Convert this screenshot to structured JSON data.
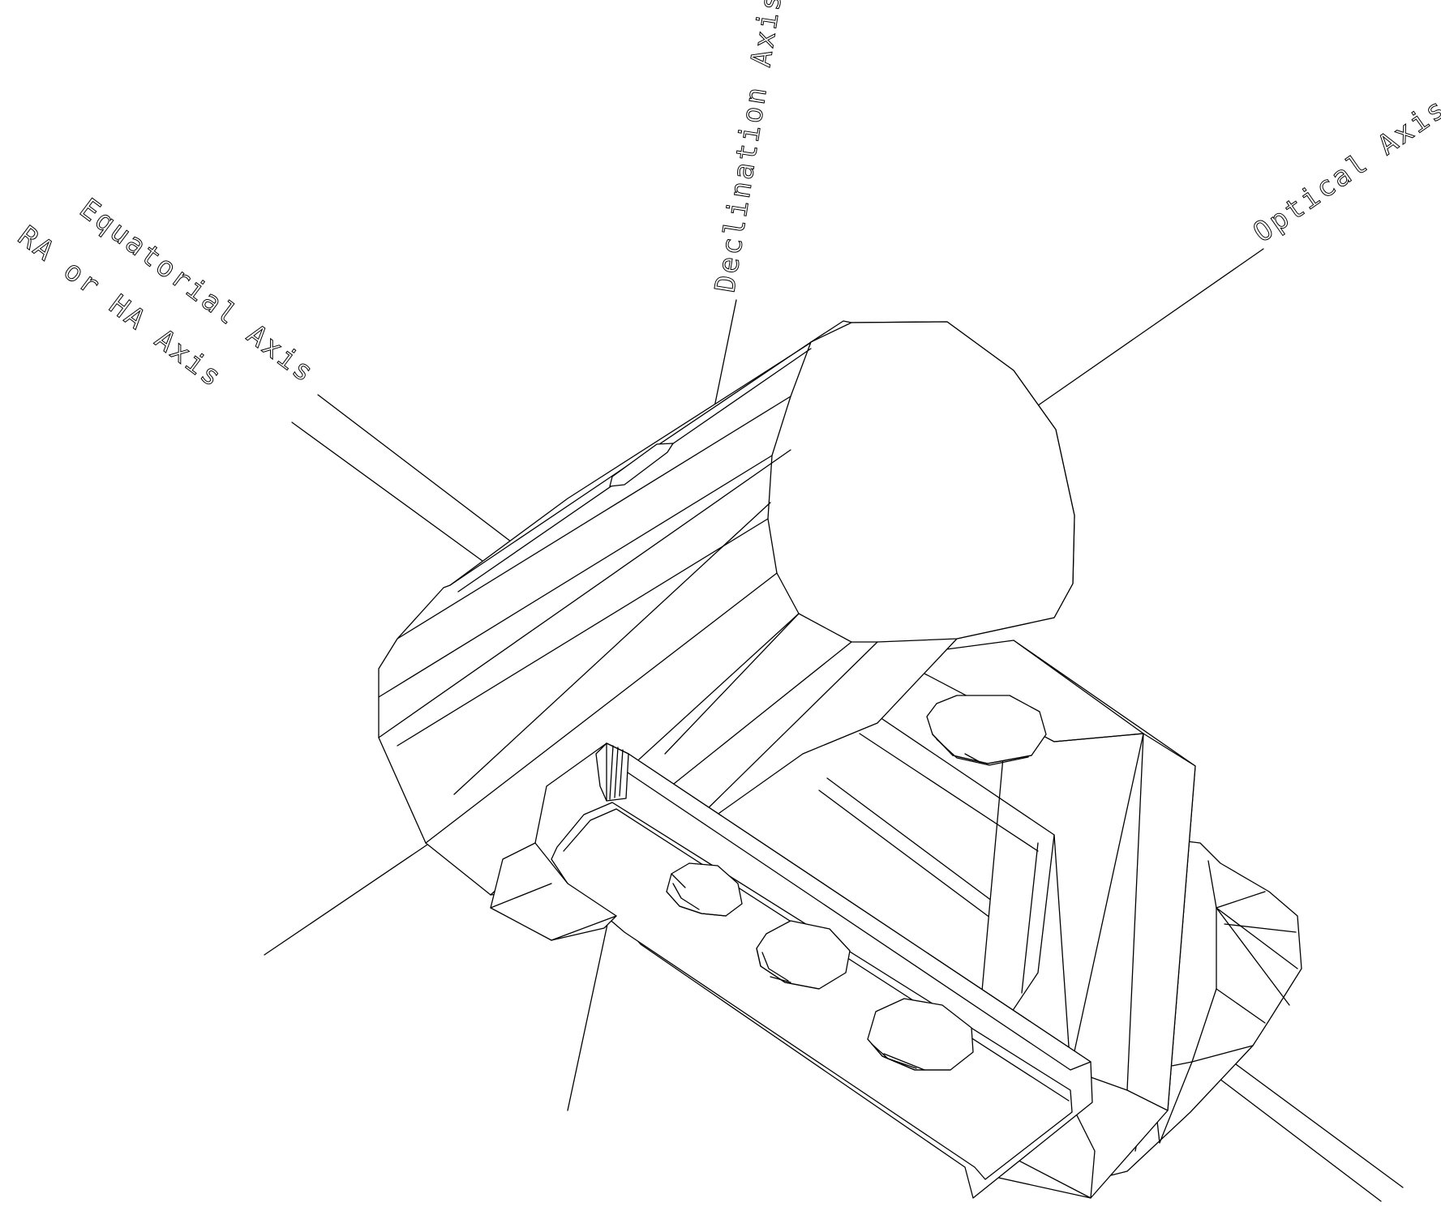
{
  "labels": {
    "declination_axis": "Declination Axis",
    "optical_axis": "Optical Axis",
    "equatorial_axis": "Equatorial Axis",
    "ra_ha_axis": "RA or HA Axis"
  },
  "style": {
    "line_color": "#000000",
    "background_color": "#ffffff"
  }
}
